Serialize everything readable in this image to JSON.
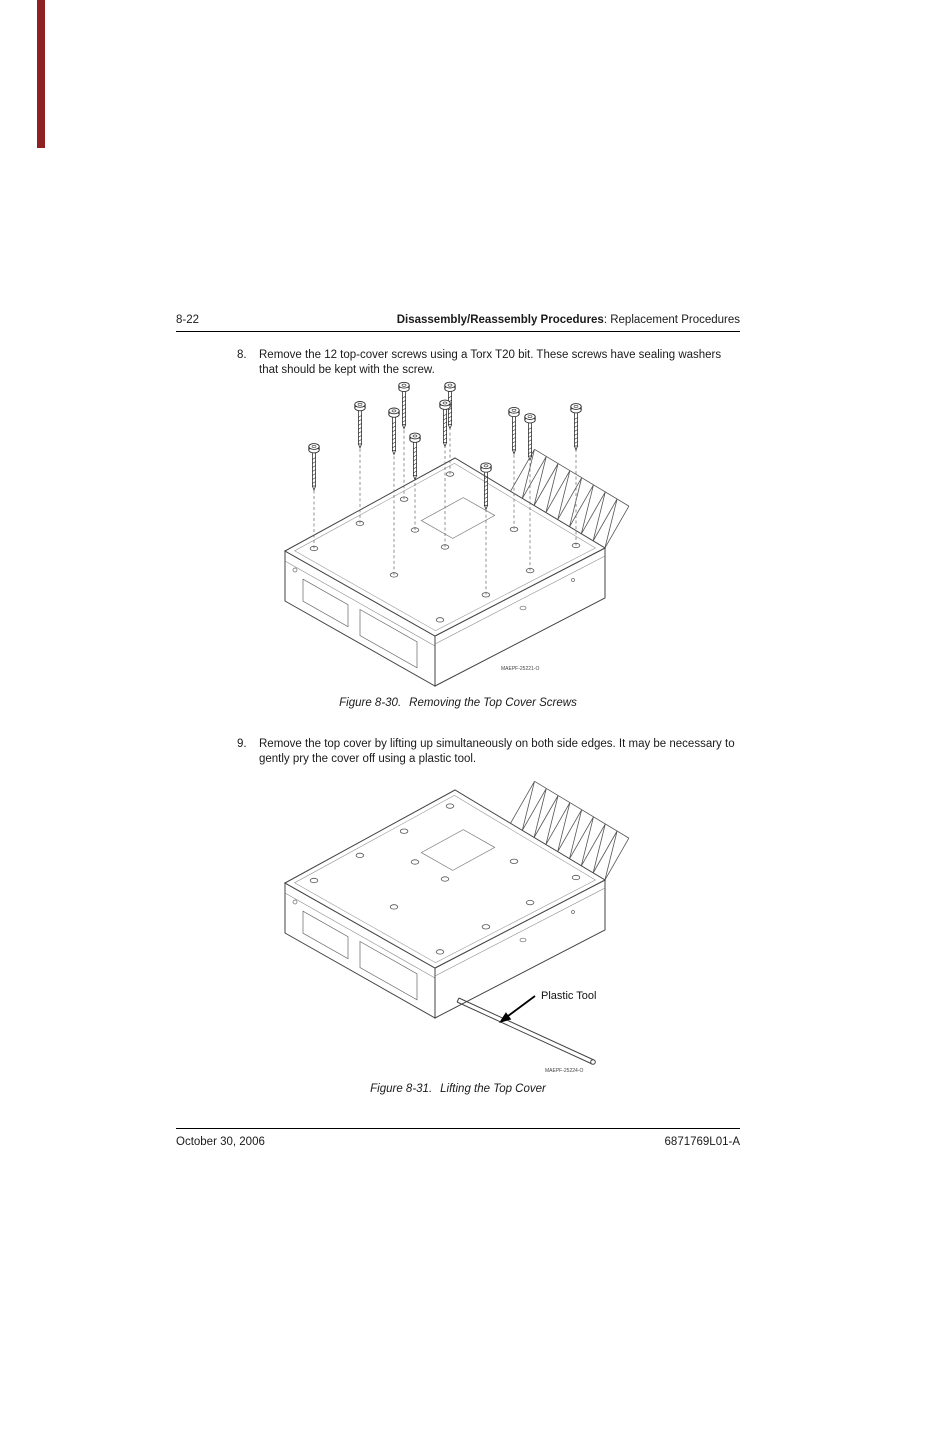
{
  "header": {
    "page_number": "8-22",
    "section": "Disassembly/Reassembly Procedures",
    "subsection": ": Replacement Procedures"
  },
  "steps": [
    {
      "number": "8.",
      "text": "Remove the 12 top-cover screws using a Torx T20 bit. These screws have sealing washers that should be kept with the screw."
    },
    {
      "number": "9.",
      "text": "Remove the top cover by lifting up simultaneously on both side edges. It may be necessary to gently pry the cover off using a plastic tool."
    }
  ],
  "figures": [
    {
      "label": "Figure 8-30.",
      "title": "Removing the Top Cover Screws",
      "artwork_id": "MAEPF-25221-O"
    },
    {
      "label": "Figure 8-31.",
      "title": "Lifting the Top Cover",
      "artwork_id": "MAEPF-25224-O",
      "callout": "Plastic Tool"
    }
  ],
  "footer": {
    "date": "October 30, 2006",
    "document_number": "6871769L01-A"
  }
}
